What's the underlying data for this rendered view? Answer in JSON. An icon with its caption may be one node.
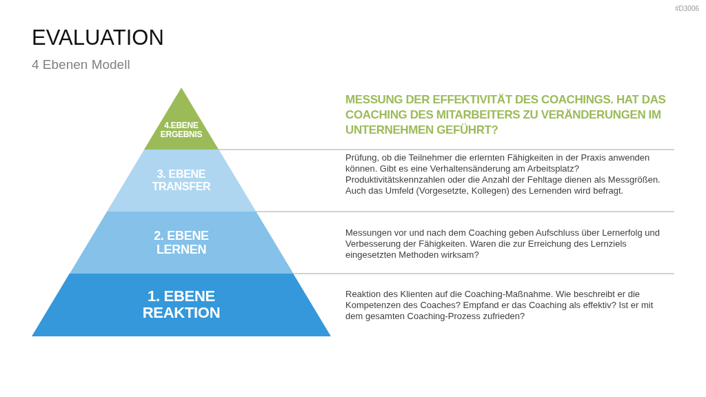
{
  "diagram": {
    "title": "EVALUATION",
    "nodes": [
      {
        "text": [
          "4.EBENE ERGEBNIS"
        ]
      },
      {
        "text": [
          "3. EBENE TRANSFER"
        ]
      },
      {
        "text": [
          "2. EBENE LERNEN"
        ]
      },
      {
        "text": [
          "1. EBENE REAKTION"
        ]
      }
    ],
    "labels": [
      "#D3006",
      "4 Ebenen Modell",
      "MESSUNG DER EFFEKTIVITÄT DES COACHINGS. HAT DAS COACHING DES MITARBEITERS ZU VERÄNDERUNGEN IM UNTERNEHMEN GEFÜHRT?",
      "Prüfung, ob die Teilnehmer die erlernten Fähigkeiten in der Praxis anwenden können. Gibt es eine Verhaltensänderung am Arbeitsplatz? Produktivitätskennzahlen oder die Anzahl der Fehltage dienen als Messgrößen. Auch das Umfeld (Vorgesetzte, Kollegen) des Lernenden wird befragt.",
      "Messungen vor und nach dem Coaching geben Aufschluss über Lernerfolg und Verbesserung der Fähigkeiten. Waren die zur Erreichung des Lernziels eingesetzten Methoden wirksam?",
      "Reaktion des Klienten auf die Coaching-Maßnahme. Wie beschreibt er die Kompetenzen des Coaches? Empfand er das Coaching als effektiv? Ist er mit dem gesamten Coaching-Prozess zufrieden?"
    ]
  }
}
